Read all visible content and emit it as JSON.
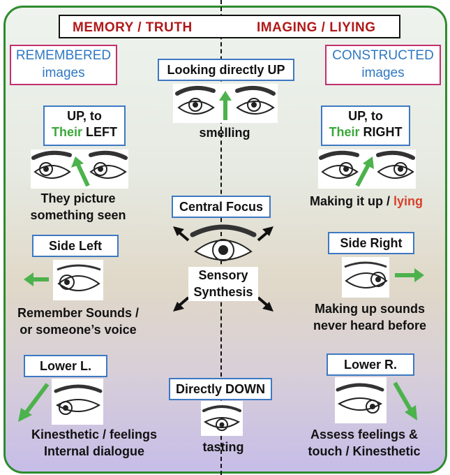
{
  "header": {
    "left": "MEMORY /  TRUTH",
    "right": "IMAGING  /  LIYING"
  },
  "remembered": {
    "line1": "REMEMBERED",
    "line2": "images"
  },
  "constructed": {
    "line1": "CONSTRUCTED",
    "line2": "images"
  },
  "up_center": {
    "label": "Looking directly UP",
    "caption": "smelling"
  },
  "up_left": {
    "line1": "UP,  to",
    "their": "Their",
    "side": " LEFT",
    "caption1": "They picture",
    "caption2": "something seen"
  },
  "up_right": {
    "line1": "UP,  to",
    "their": "Their",
    "side": " RIGHT",
    "caption_a": "Making it up  /  ",
    "caption_b": "lying"
  },
  "center": {
    "label": "Central  Focus",
    "caption1": "Sensory",
    "caption2": "Synthesis"
  },
  "side_left": {
    "label": "Side Left",
    "caption1": "Remember Sounds /",
    "caption2": "or someone’s voice"
  },
  "side_right": {
    "label": "Side Right",
    "caption1": "Making up sounds",
    "caption2": "never heard before"
  },
  "lower_left": {
    "label": "Lower L.",
    "caption1": "Kinesthetic / feelings",
    "caption2": "Internal dialogue"
  },
  "down_center": {
    "label": "Directly DOWN",
    "caption": "tasting"
  },
  "lower_right": {
    "label": "Lower R.",
    "caption1": "Assess feelings &",
    "caption2": "touch / Kinesthetic"
  },
  "colors": {
    "frame": "#2e8b2e",
    "header_text": "#b01919",
    "box_border": "#3d78c2",
    "arrow": "#4cb24c",
    "accent_red": "#d8402a"
  }
}
